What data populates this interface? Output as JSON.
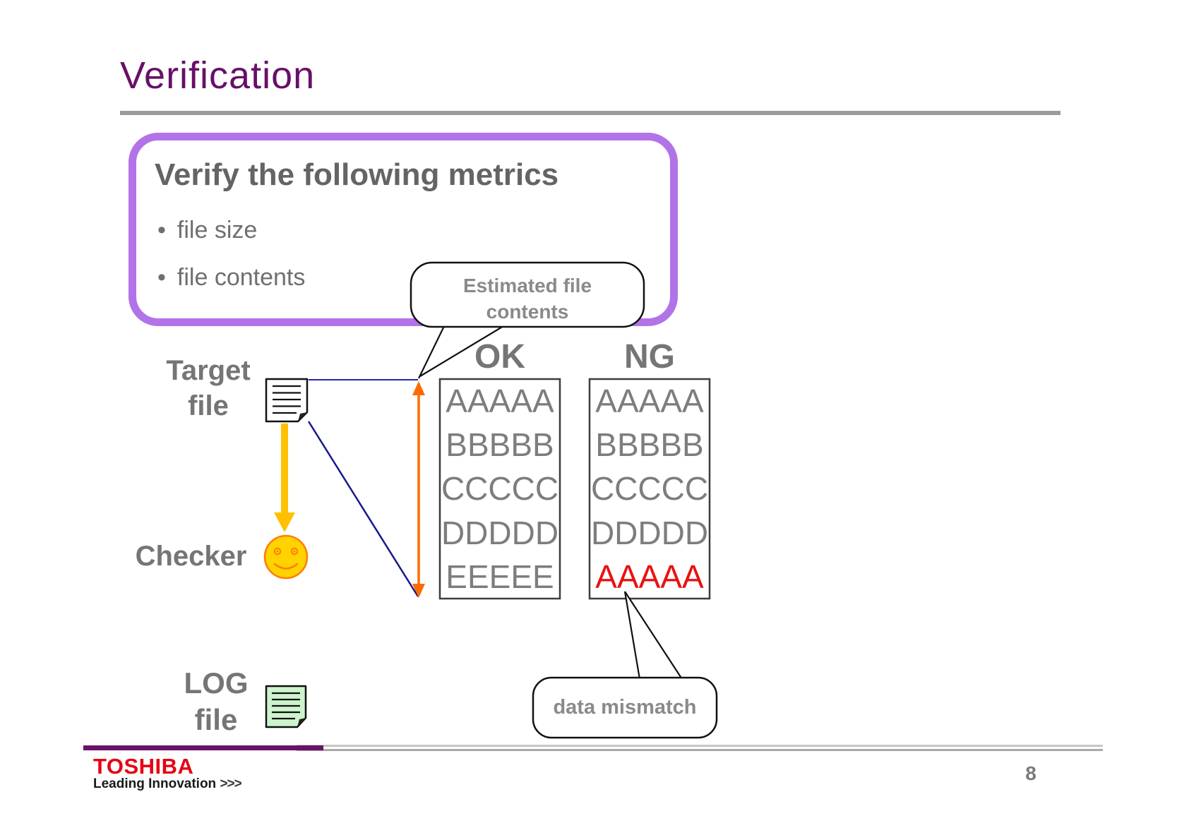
{
  "slide": {
    "title": "Verification",
    "page_number": "8"
  },
  "metrics_box": {
    "heading": "Verify the following metrics",
    "bullets": [
      {
        "label": "file size"
      },
      {
        "label": "file contents"
      }
    ]
  },
  "callouts": {
    "estimated_line1": "Estimated file",
    "estimated_line2": "contents",
    "mismatch": "data mismatch"
  },
  "labels": {
    "target_line1": "Target",
    "target_line2": "file",
    "checker": "Checker",
    "log_line1": "LOG",
    "log_line2": "file"
  },
  "columns": {
    "ok": {
      "header": "OK",
      "rows": [
        "AAAAA",
        "BBBBB",
        "CCCCC",
        "DDDDD",
        "EEEEE"
      ]
    },
    "ng": {
      "header": "NG",
      "rows": [
        "AAAAA",
        "BBBBB",
        "CCCCC",
        "DDDDD",
        "AAAAA"
      ],
      "mismatch_row_index": 4
    }
  },
  "footer": {
    "brand": "TOSHIBA",
    "tagline": "Leading Innovation",
    "chevrons": ">>>"
  },
  "colors": {
    "title-purple": "#671067",
    "accent-purple": "#b273e8",
    "mismatch-red": "#e81212",
    "brand-red": "#e60012",
    "connector-blue": "#2525b0",
    "compare-orange": "#ff6a00",
    "checker-yellow": "#ffc000",
    "smiley-fill": "#ffd200",
    "smiley-stroke": "#ff7d00",
    "log-green": "#cdf4cd"
  }
}
